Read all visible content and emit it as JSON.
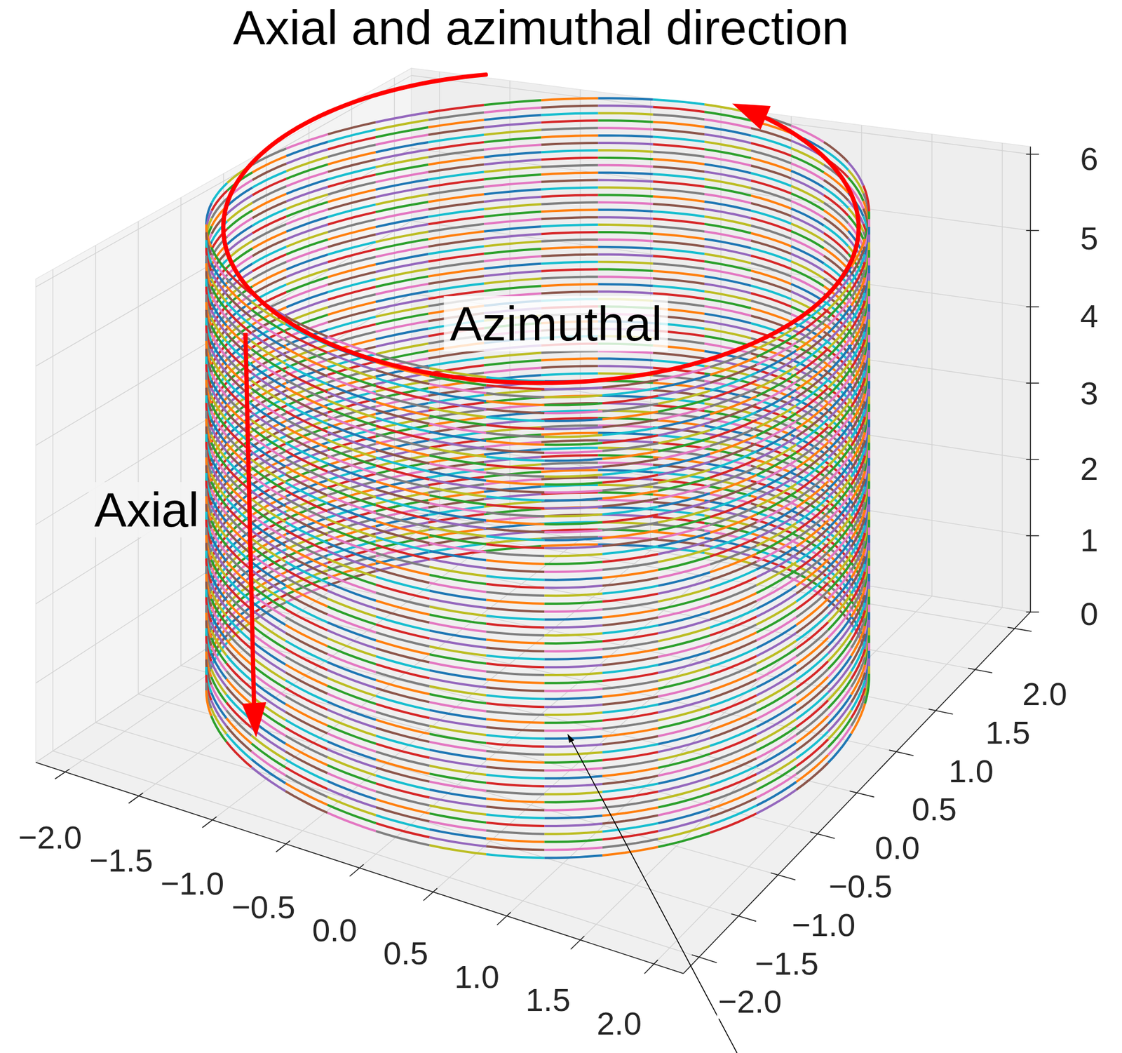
{
  "diagram": {
    "title": "Axial and azimuthal direction",
    "labels": [
      "Azimuthal",
      "Axial",
      "6",
      "5",
      "4",
      "3",
      "2",
      "1",
      "0",
      "2.0",
      "1.5",
      "1.0",
      "0.5",
      "0.0",
      "−0.5",
      "−1.0",
      "−1.5",
      "−2.0",
      "−2.0",
      "−1.5",
      "−1.0",
      "−0.5",
      "0.0",
      "0.5",
      "1.0",
      "1.5",
      "2.0"
    ]
  }
}
